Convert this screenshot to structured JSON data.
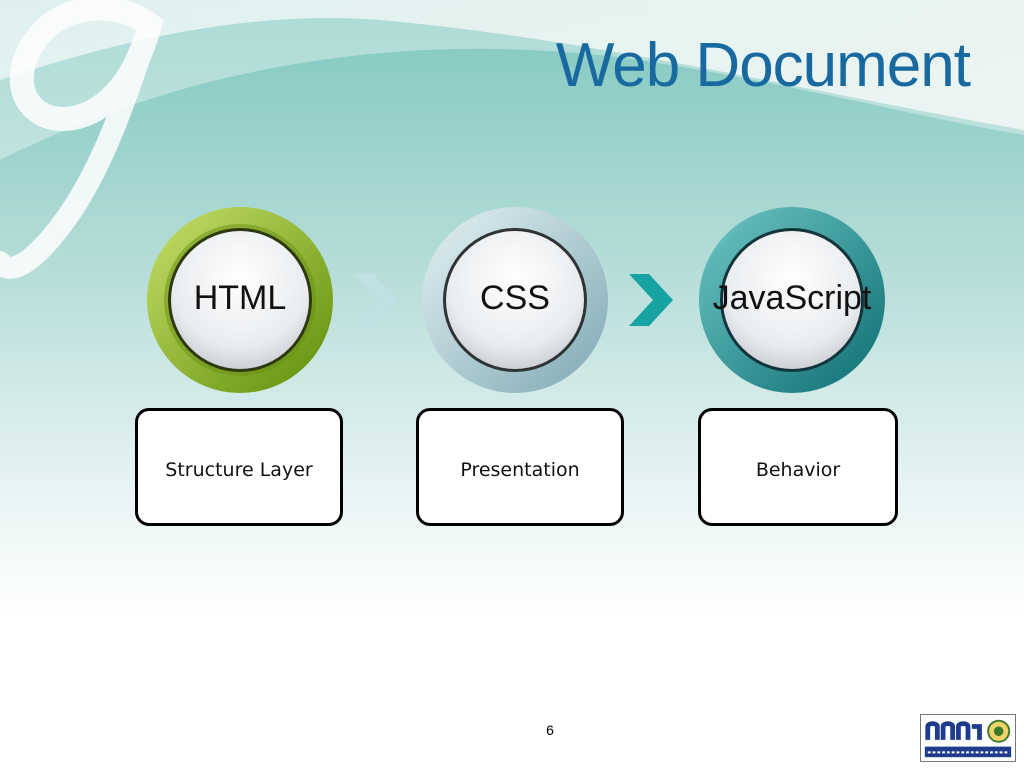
{
  "slide": {
    "title": "Web Document",
    "page_number": "6"
  },
  "diagram": {
    "nodes": [
      {
        "label": "HTML",
        "description": "Structure Layer",
        "color": "#7fb317",
        "accent": "#c8e06a"
      },
      {
        "label": "CSS",
        "description": "Presentation",
        "color": "#a9cbd3",
        "accent": "#e4f1f4"
      },
      {
        "label": "JavaScript",
        "description": "Behavior",
        "color": "#1d9598",
        "accent": "#6fc6c4"
      }
    ],
    "arrows": [
      {
        "color": "#bfe1e4"
      },
      {
        "color": "#17a3a2"
      }
    ]
  },
  "colors": {
    "title": "#1869a0",
    "background_top": "#7fc7bf",
    "background_bottom": "#ffffff"
  },
  "icons": {
    "background_glyph": "script-g-decoration",
    "logo": "organization-logo"
  }
}
